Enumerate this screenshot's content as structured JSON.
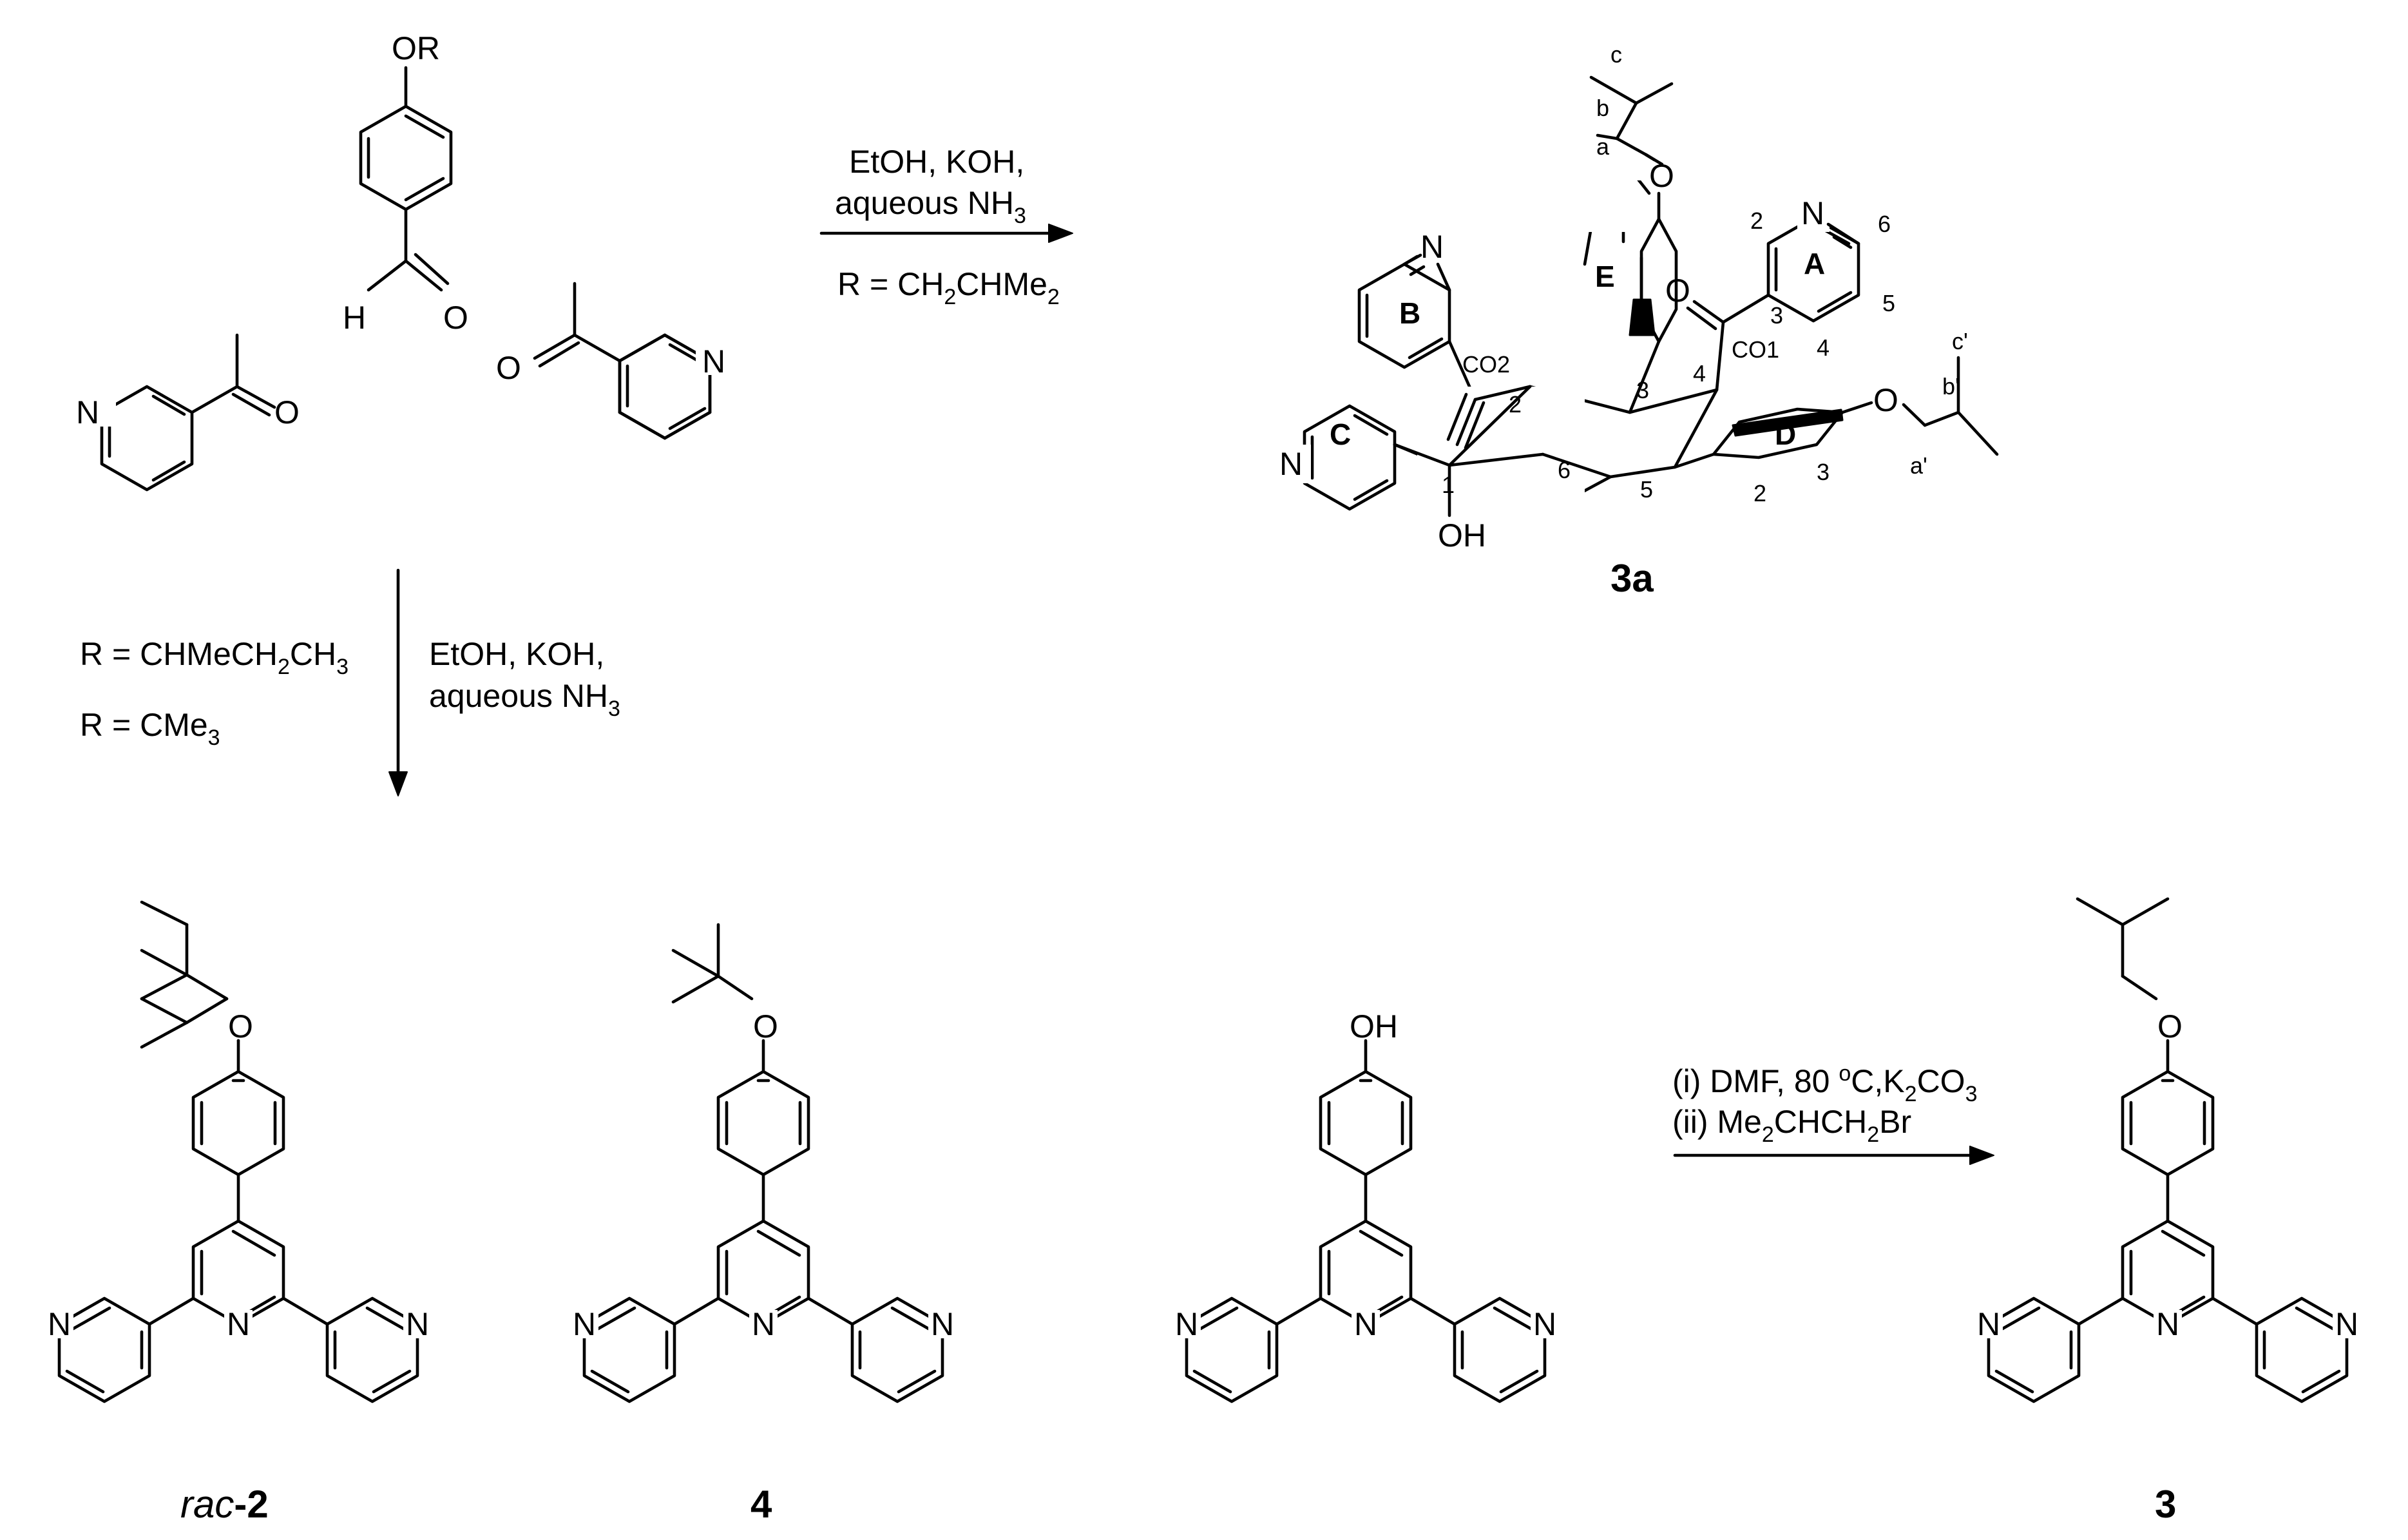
{
  "conditions": {
    "top_line1": "EtOH, KOH,",
    "top_line2_main": "aqueous NH",
    "top_line2_sub": "3",
    "top_r_main": "R = CH",
    "top_r_sub1": "2",
    "top_r_mid": "CHMe",
    "top_r_sub2": "2",
    "down_line1": "EtOH, KOH,",
    "down_line2_main": "aqueous NH",
    "down_line2_sub": "3",
    "r1_main": "R = CHMeCH",
    "r1_sub1": "2",
    "r1_mid": "CH",
    "r1_sub2": "3",
    "r2_main": "R = CMe",
    "r2_sub": "3",
    "alk_line1_a": "(i) DMF, 80 ",
    "alk_line1_sup": "o",
    "alk_line1_b": "C,K",
    "alk_line1_sub1": "2",
    "alk_line1_c": "CO",
    "alk_line1_sub2": "3",
    "alk_line2_a": "(ii) Me",
    "alk_line2_sub1": "2",
    "alk_line2_b": "CHCH",
    "alk_line2_sub2": "2",
    "alk_line2_c": "Br"
  },
  "atoms": {
    "or": "OR",
    "h": "H",
    "o": "O",
    "n": "N",
    "oh": "OH"
  },
  "labels_3a": {
    "ring_a": "A",
    "ring_b": "B",
    "ring_c": "C",
    "ring_d": "D",
    "ring_e": "E",
    "co1": "CO1",
    "co2": "CO2",
    "pos_1": "1",
    "pos_2": "2",
    "pos_3": "3",
    "pos_4": "4",
    "pos_5": "5",
    "pos_6": "6",
    "a_2": "2",
    "a_3": "3",
    "a_4": "4",
    "a_5": "5",
    "a_6": "6",
    "d_2": "2",
    "d_3": "3",
    "chain_a": "a",
    "chain_b": "b",
    "chain_c": "c",
    "chain_a2": "a'",
    "chain_b2": "b'",
    "chain_c2": "c'"
  },
  "compounds": {
    "c3a": "3a",
    "rac2_prefix": "rac",
    "rac2_suffix": "-2",
    "c4": "4",
    "c3": "3"
  }
}
